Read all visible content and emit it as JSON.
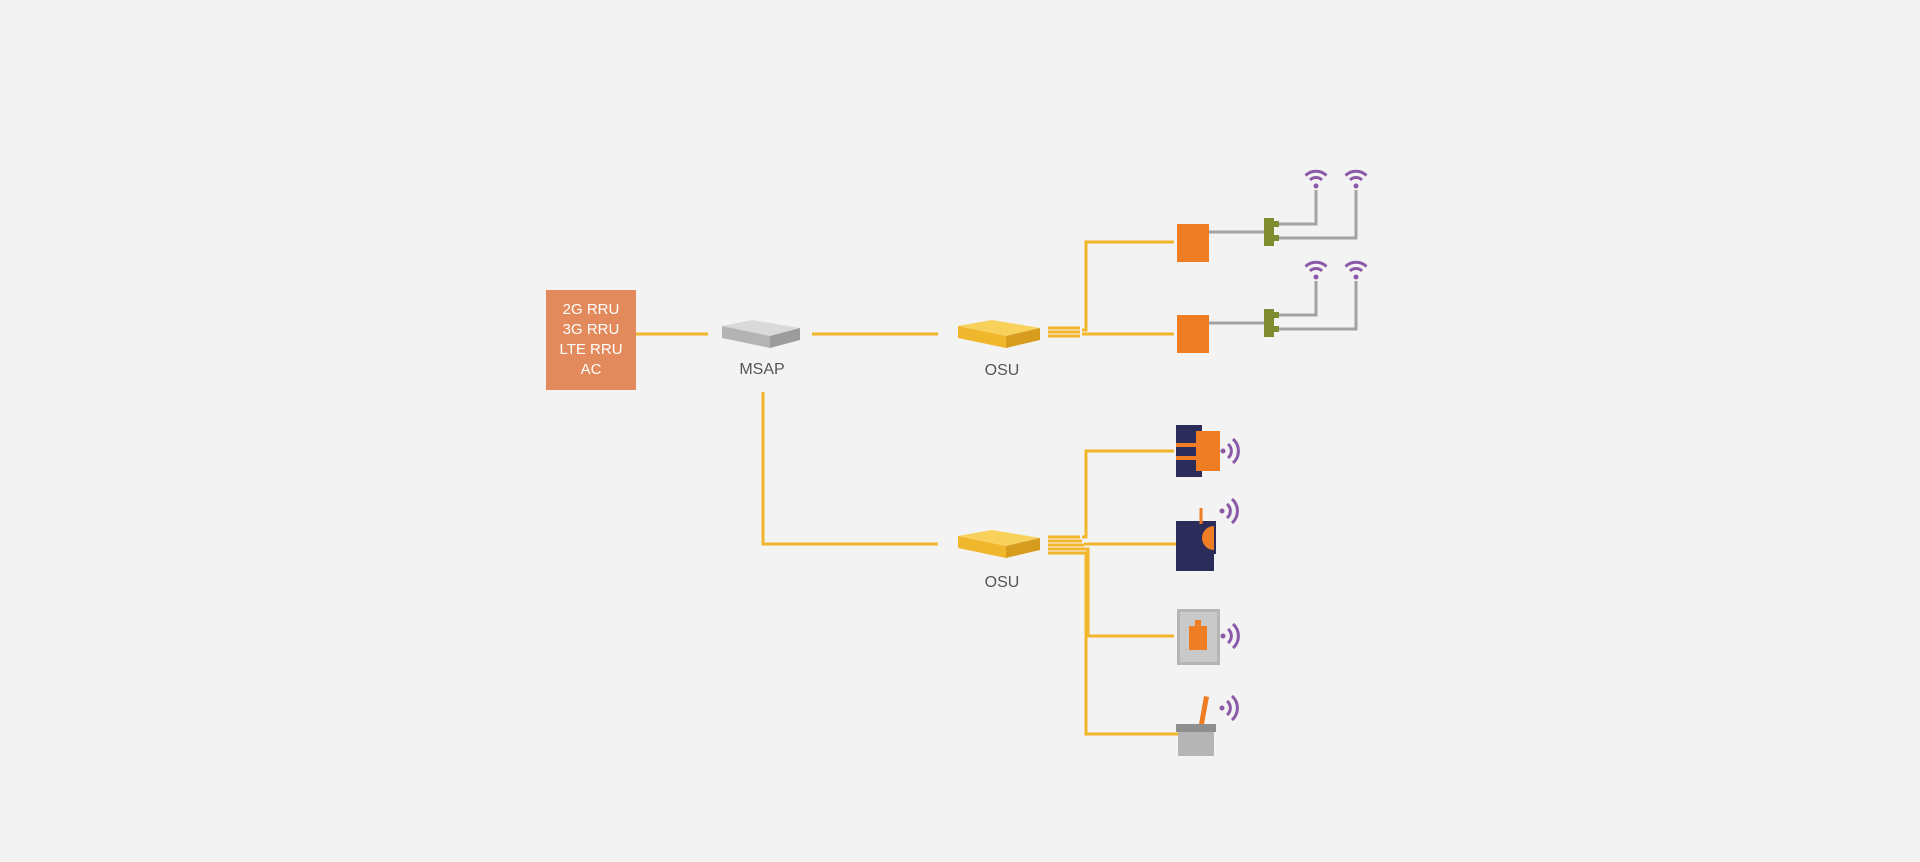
{
  "colors": {
    "background": "#f3f3f3",
    "fiber": "#f1b62a",
    "rru_box": "#e28a5b",
    "orange_device": "#ee7d24",
    "navy": "#2c2c5a",
    "wifi": "#8a5aa8",
    "gray_cable": "#a3a3a3",
    "splitter": "#7f8c2f",
    "msap_top": "#d6d6d6",
    "osu_top": "#f7d15a",
    "label_text": "#555555"
  },
  "rru_box": {
    "lines": [
      "2G RRU",
      "3G RRU",
      "LTE RRU",
      "AC"
    ]
  },
  "msap": {
    "label": "MSAP"
  },
  "osu_top": {
    "label": "OSU"
  },
  "osu_bottom": {
    "label": "OSU"
  },
  "icons": {
    "wifi": "wifi-icon",
    "signal": "signal-waves-icon",
    "splitter": "splitter-icon",
    "onu": "onu-device-icon"
  }
}
